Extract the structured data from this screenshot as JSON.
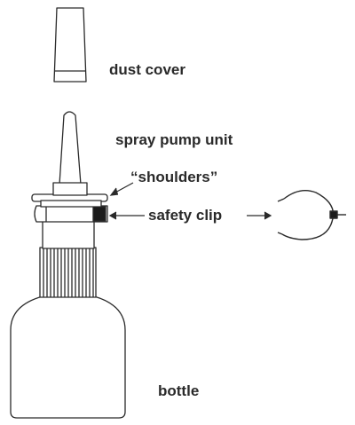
{
  "labels": {
    "dust_cover": "dust cover",
    "spray_pump_unit": "spray pump unit",
    "shoulders": "“shoulders”",
    "safety_clip": "safety clip"
  },
  "bottle_label": "bottle",
  "colors": {
    "stroke": "#2a2a2a",
    "text": "#2a2a2a",
    "fill": "#ffffff",
    "clip_fill": "#1a1a1a"
  }
}
